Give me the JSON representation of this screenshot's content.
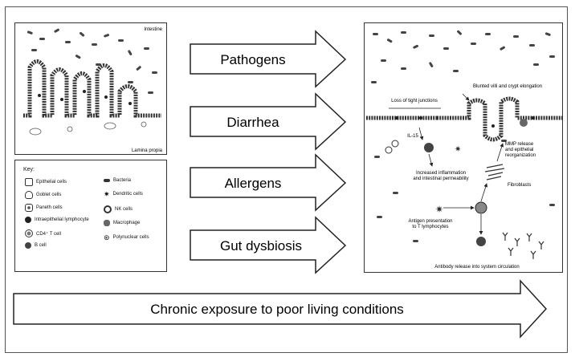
{
  "arrows": {
    "pathogens": "Pathogens",
    "diarrhea": "Diarrhea",
    "allergens": "Allergens",
    "gut_dysbiosis": "Gut dysbiosis",
    "chronic": "Chronic exposure to poor living conditions"
  },
  "intestine_panel": {
    "top_label": "Intestine",
    "bottom_label": "Lamina propia"
  },
  "key": {
    "title": "Key:",
    "left": [
      "Epithelial cells",
      "Goblet cells",
      "Paneth cells",
      "Intraepithelial lymphocyte",
      "CD4⁺ T cell",
      "B cell"
    ],
    "right": [
      "Bacteria",
      "Dendritic cells",
      "NK cells",
      "Macrophage",
      "Polynuclear cells"
    ]
  },
  "outcome_panel": {
    "blunted": "Blunted villi and crypt elongation",
    "tight_junctions": "Loss of tight junctions",
    "il15": "IL-15",
    "mmp_1": "MMP release",
    "mmp_2": "and epithelial",
    "mmp_3": "reorganization",
    "inflammation_1": "Increased inflammation",
    "inflammation_2": "and intestinal permeability",
    "fibroblasts": "Fibroblasts",
    "antigen_1": "Antigen presentation",
    "antigen_2": "to T lymphocytes",
    "antibody": "Antibody release into system circulation"
  }
}
